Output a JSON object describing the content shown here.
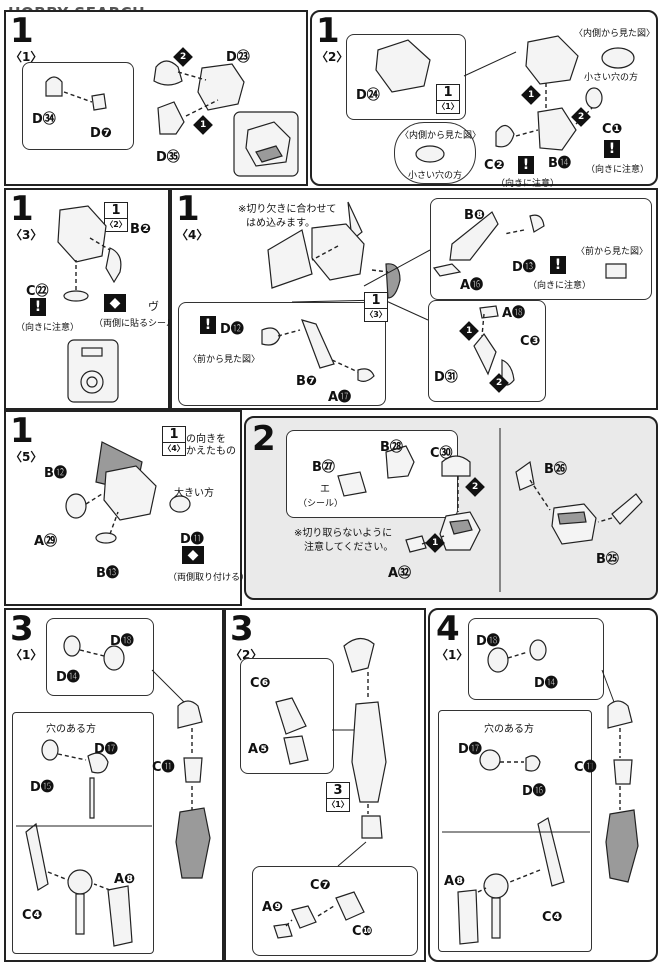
{
  "header": {
    "logo": "HOBBY SEARCH"
  },
  "panel_1_1": {
    "step": "1",
    "sub": "〈1〉",
    "parts": {
      "d23": "D㉓",
      "d34": "D㉞",
      "d7": "D❼",
      "d35": "D㉟"
    },
    "arrows": {
      "a1": "1",
      "a2": "2"
    }
  },
  "panel_1_2": {
    "step": "1",
    "sub": "〈2〉",
    "inner_view_top": "〈内側から見た図〉",
    "small_hole_top": "小さい穴の方",
    "inner_view_left": "〈内側から見た図〉",
    "small_hole_left": "小さい穴の方",
    "ref": {
      "num": "1",
      "sub": "〈1〉"
    },
    "parts": {
      "d24": "D㉔",
      "c1": "C❶",
      "b14": "B⓮",
      "c2": "C❷"
    },
    "notes": {
      "dir_c1": "（向きに注意）",
      "dir_c2": "（向きに注意）"
    },
    "arrows": {
      "a1": "1",
      "a2": "2"
    }
  },
  "panel_1_3": {
    "step": "1",
    "sub": "〈3〉",
    "ref": {
      "num": "1",
      "sub": "〈2〉"
    },
    "parts": {
      "b2": "B❷",
      "c22": "C㉒"
    },
    "notes": {
      "dir": "（向きに注意）",
      "sticker": "（両側に貼るシール）",
      "sticker_mark": "ヴ"
    }
  },
  "panel_1_4": {
    "step": "1",
    "sub": "〈4〉",
    "note_notch_1": "※切り欠きに合わせて",
    "note_notch_2": "はめ込みます。",
    "ref": {
      "num": "1",
      "sub": "〈3〉"
    },
    "front_view": "〈前から見た図〉",
    "front_view_2": "〈前から見た図〉",
    "parts": {
      "b8": "B❽",
      "d13": "D⓭",
      "a16": "A⓰",
      "a18": "A⓲",
      "c3": "C❸",
      "d31": "D㉛",
      "d12": "D⓬",
      "b7": "B❼",
      "a17": "A⓱"
    },
    "notes": {
      "dir": "（向きに注意）"
    },
    "arrows": {
      "a1": "1",
      "a2": "2"
    }
  },
  "panel_1_5": {
    "step": "1",
    "sub": "〈5〉",
    "ref": {
      "num": "1",
      "sub": "〈4〉"
    },
    "ref_text_1": "の向きを",
    "ref_text_2": "かえたもの",
    "big_side": "大きい方",
    "parts": {
      "b12": "B⓬",
      "a29": "A㉙",
      "b13": "B⓭",
      "d11": "D⓫"
    },
    "notes": {
      "both": "（両側取り付ける）"
    }
  },
  "panel_2": {
    "step": "2",
    "parts": {
      "b28": "B㉘",
      "b27": "B㉗",
      "c30": "C㉚",
      "a32": "A㉜",
      "b26": "B㉖",
      "b25": "B㉕"
    },
    "sticker": "（シール）",
    "sticker_mark": "エ",
    "note_1": "※切り取らないように",
    "note_2": "注意してください。",
    "arrows": {
      "a1": "1",
      "a2": "2"
    }
  },
  "panel_3_1": {
    "step": "3",
    "sub": "〈1〉",
    "hole_side": "穴のある方",
    "parts": {
      "d18": "D⓲",
      "d14": "D⓮",
      "c11": "C⓫",
      "d17": "D⓱",
      "d15": "D⓯",
      "a8": "A❽",
      "c4": "C❹"
    }
  },
  "panel_3_2": {
    "step": "3",
    "sub": "〈2〉",
    "ref": {
      "num": "3",
      "sub": "〈1〉"
    },
    "parts": {
      "c6": "C❻",
      "a5": "A❺",
      "c7": "C❼",
      "a9": "A❾",
      "c10": "C❿"
    }
  },
  "panel_4_1": {
    "step": "4",
    "sub": "〈1〉",
    "hole_side": "穴のある方",
    "parts": {
      "d18": "D⓲",
      "d14": "D⓮",
      "c11": "C⓫",
      "d17": "D⓱",
      "d16": "D⓰",
      "a8": "A❽",
      "c4": "C❹"
    }
  }
}
